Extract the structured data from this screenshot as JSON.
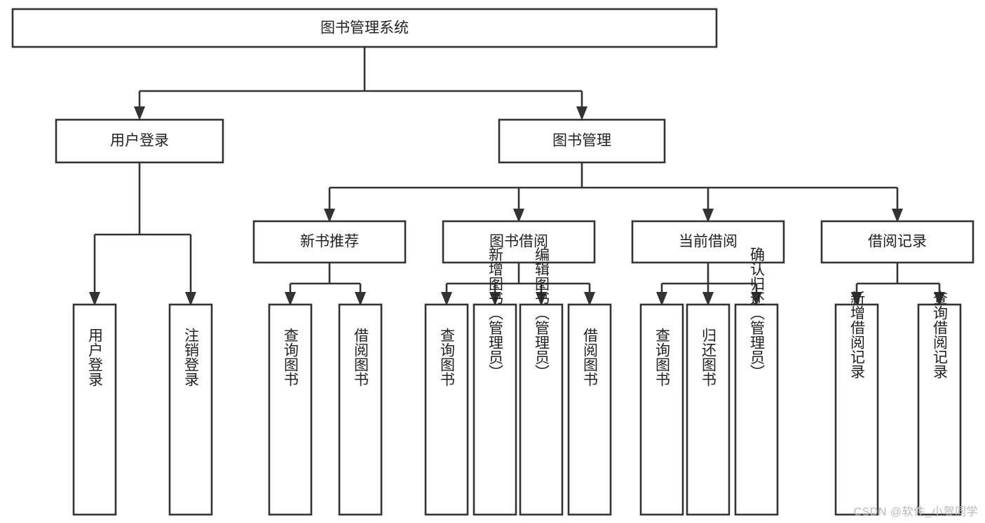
{
  "diagram": {
    "type": "tree-hierarchy",
    "title": "图书管理系统",
    "watermark": "CSDN @软件_小贺同学",
    "colors": {
      "stroke": "#333333",
      "fill": "#ffffff",
      "text": "#222222",
      "watermark": "#b9b9b9"
    },
    "levels": {
      "root": {
        "label": "图书管理系统"
      },
      "level2": [
        {
          "label": "用户登录"
        },
        {
          "label": "图书管理"
        }
      ],
      "level3": [
        {
          "label": "新书推荐"
        },
        {
          "label": "图书借阅"
        },
        {
          "label": "当前借阅"
        },
        {
          "label": "借阅记录"
        }
      ],
      "leaves": {
        "user_login": [
          {
            "label": "用户登录"
          },
          {
            "label": "注销登录"
          }
        ],
        "new_book_recommend": [
          {
            "label": "查询图书"
          },
          {
            "label": "借阅图书"
          }
        ],
        "book_borrow": [
          {
            "label": "查询图书"
          },
          {
            "label": "新增图书（管理员）"
          },
          {
            "label": "编辑图书（管理员）"
          },
          {
            "label": "借阅图书"
          }
        ],
        "current_borrow": [
          {
            "label": "查询图书"
          },
          {
            "label": "归还图书"
          },
          {
            "label": "确认归还（管理员）"
          }
        ],
        "borrow_record": [
          {
            "label": "新增借阅记录"
          },
          {
            "label": "查询借阅记录"
          }
        ]
      }
    }
  }
}
